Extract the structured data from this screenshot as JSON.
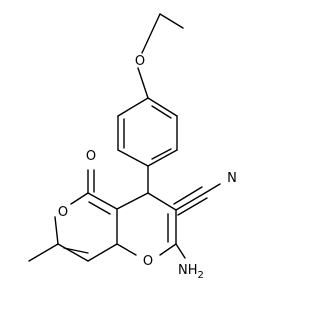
{
  "molecule": {
    "labels": {
      "o_ether": "O",
      "o_carbonyl": "O",
      "o_lactone": "O",
      "o_pyran": "O",
      "n_nitrile": "N",
      "amino": "NH",
      "amino_sub": "2"
    }
  }
}
